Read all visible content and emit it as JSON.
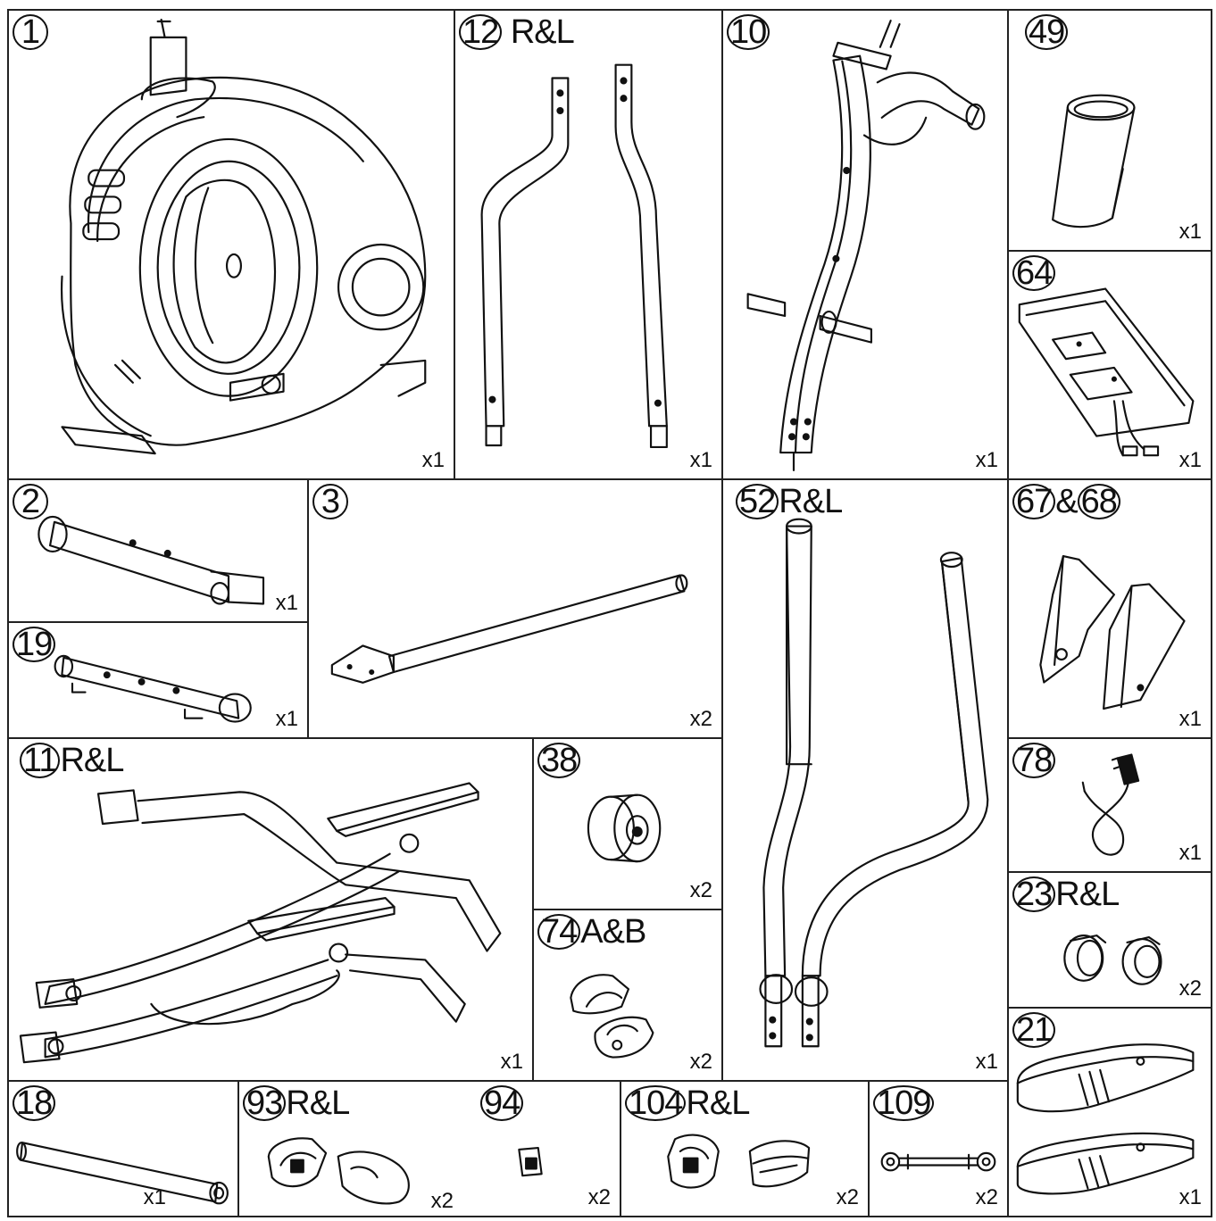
{
  "parts": [
    {
      "id": "p1",
      "number": "1",
      "suffix": "",
      "qty": "x1"
    },
    {
      "id": "p12",
      "number": "12",
      "suffix": " R&L",
      "qty": "x1"
    },
    {
      "id": "p10",
      "number": "10",
      "suffix": "",
      "qty": "x1"
    },
    {
      "id": "p49",
      "number": "49",
      "suffix": "",
      "qty": "x1"
    },
    {
      "id": "p64",
      "number": "64",
      "suffix": "",
      "qty": "x1"
    },
    {
      "id": "p2",
      "number": "2",
      "suffix": "",
      "qty": "x1"
    },
    {
      "id": "p19",
      "number": "19",
      "suffix": "",
      "qty": "x1"
    },
    {
      "id": "p3",
      "number": "3",
      "suffix": "",
      "qty": "x2"
    },
    {
      "id": "p52",
      "number": "52",
      "suffix": "R&L",
      "qty": "x1"
    },
    {
      "id": "p6768",
      "number": "67",
      "suffix": "&",
      "number2": "68",
      "qty": "x1"
    },
    {
      "id": "p11",
      "number": "11",
      "suffix": "R&L",
      "qty": "x1"
    },
    {
      "id": "p38",
      "number": "38",
      "suffix": "",
      "qty": "x2"
    },
    {
      "id": "p74",
      "number": "74",
      "suffix": "A&B",
      "qty": "x2"
    },
    {
      "id": "p78",
      "number": "78",
      "suffix": "",
      "qty": "x1"
    },
    {
      "id": "p23",
      "number": "23",
      "suffix": "R&L",
      "qty": "x2"
    },
    {
      "id": "p21",
      "number": "21",
      "suffix": "",
      "qty": "x1"
    },
    {
      "id": "p18",
      "number": "18",
      "suffix": "",
      "qty": "x1"
    },
    {
      "id": "p93",
      "number": "93",
      "suffix": "R&L",
      "qty": "x2"
    },
    {
      "id": "p94",
      "number": "94",
      "suffix": "",
      "qty": "x2"
    },
    {
      "id": "p104",
      "number": "104",
      "suffix": "R&L",
      "qty": "x2"
    },
    {
      "id": "p109",
      "number": "109",
      "suffix": "",
      "qty": "x2"
    }
  ]
}
